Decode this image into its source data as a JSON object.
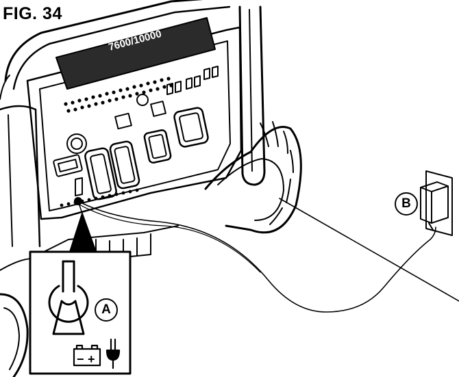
{
  "figure": {
    "label": "FIG. 34"
  },
  "generator": {
    "model_badge": "7600/10000"
  },
  "callouts": {
    "a": "A",
    "b": "B"
  },
  "icons": {
    "battery_terminals": [
      "−",
      "+"
    ]
  },
  "colors": {
    "ink": "#000000",
    "panel_dark": "#2b2b2b",
    "background": "#ffffff"
  }
}
